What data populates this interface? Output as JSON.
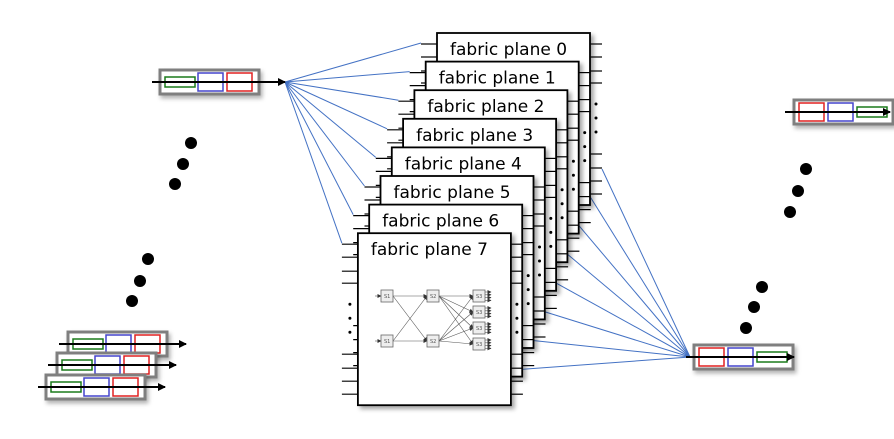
{
  "diagram": {
    "title": "Packet spraying across parallel fabric planes",
    "fabric_planes": [
      {
        "label": "fabric plane 0"
      },
      {
        "label": "fabric plane 1"
      },
      {
        "label": "fabric plane 2"
      },
      {
        "label": "fabric plane 3"
      },
      {
        "label": "fabric plane 4"
      },
      {
        "label": "fabric plane 5"
      },
      {
        "label": "fabric plane 6"
      },
      {
        "label": "fabric plane 7"
      }
    ],
    "inner_switch_fabric": {
      "stages": [
        {
          "label": "S1",
          "count": 2
        },
        {
          "label": "S2",
          "count": 2
        },
        {
          "label": "S3",
          "count": 4
        }
      ]
    },
    "ingress_packets": [
      {
        "cells": [
          "green",
          "blue",
          "red"
        ],
        "role": "sprayed-packet"
      },
      {
        "cells": [
          "green",
          "blue",
          "red"
        ],
        "role": "queued-packet"
      },
      {
        "cells": [
          "green",
          "blue",
          "red"
        ],
        "role": "queued-packet"
      },
      {
        "cells": [
          "green",
          "blue",
          "red"
        ],
        "role": "queued-packet"
      }
    ],
    "egress_packets": [
      {
        "cells": [
          "red",
          "blue",
          "green"
        ],
        "role": "reassembled-packet"
      },
      {
        "cells": [
          "red",
          "blue",
          "green"
        ],
        "role": "reassembled-packet"
      }
    ],
    "ellipsis_groups": 4,
    "colors": {
      "green": "#1a7a1a",
      "blue": "#4444cc",
      "red": "#e02020",
      "link": "#4472c4",
      "packet_border": "#7f7f7f",
      "arrow": "#000000"
    }
  }
}
